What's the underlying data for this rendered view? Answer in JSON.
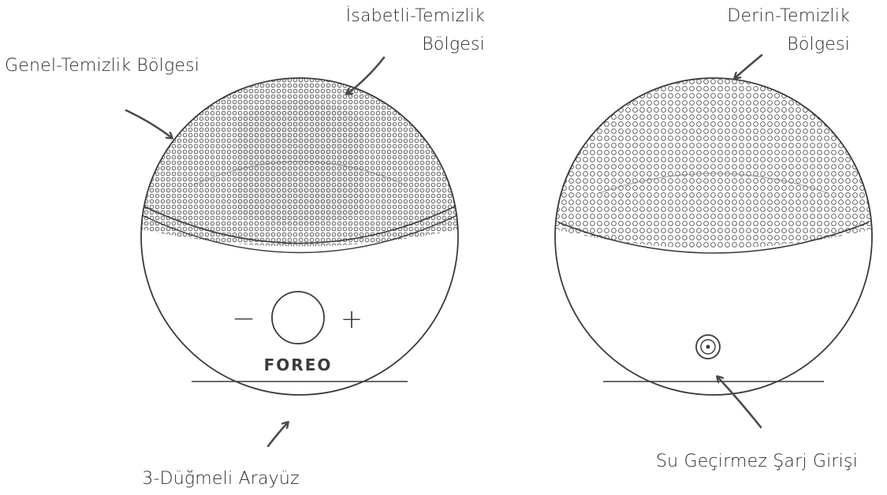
{
  "labels": {
    "general_zone": "Genel-Temizlik Bölgesi",
    "precision_zone_line1": "İsabetli-Temizlik",
    "precision_zone_line2": "Bölgesi",
    "deep_zone_line1": "Derin-Temizlik",
    "deep_zone_line2": "Bölgesi",
    "interface": "3-Düğmeli Arayüz",
    "charging_port": "Su Geçirmez Şarj Girişi"
  },
  "device_front": {
    "brand": "FOREO",
    "minus_symbol": "−",
    "plus_symbol": "+"
  },
  "colors": {
    "line": "#3a3a3a",
    "arrow": "#4a4a4a",
    "text": "#2b2b2b",
    "dots": "#6e6e6e"
  }
}
